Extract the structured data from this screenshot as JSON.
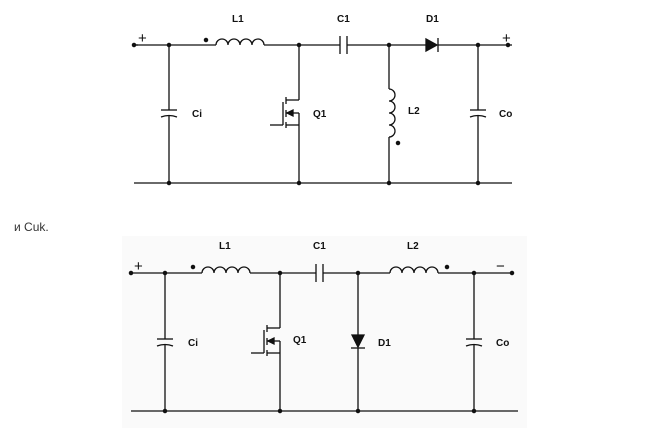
{
  "caption": "и Cuk.",
  "colors": {
    "wire": "#111111",
    "background": "#ffffff",
    "panel_bottom": "#fafafa"
  },
  "top_circuit": {
    "labels": {
      "L1": "L1",
      "C1": "C1",
      "D1": "D1",
      "Q1": "Q1",
      "L2": "L2",
      "Ci": "Ci",
      "Co": "Co",
      "input_sign": "+",
      "output_sign": "+"
    }
  },
  "bottom_circuit": {
    "labels": {
      "L1": "L1",
      "C1": "C1",
      "L2": "L2",
      "Q1": "Q1",
      "D1": "D1",
      "Ci": "Ci",
      "Co": "Co",
      "input_sign": "+",
      "output_sign": "−"
    }
  }
}
